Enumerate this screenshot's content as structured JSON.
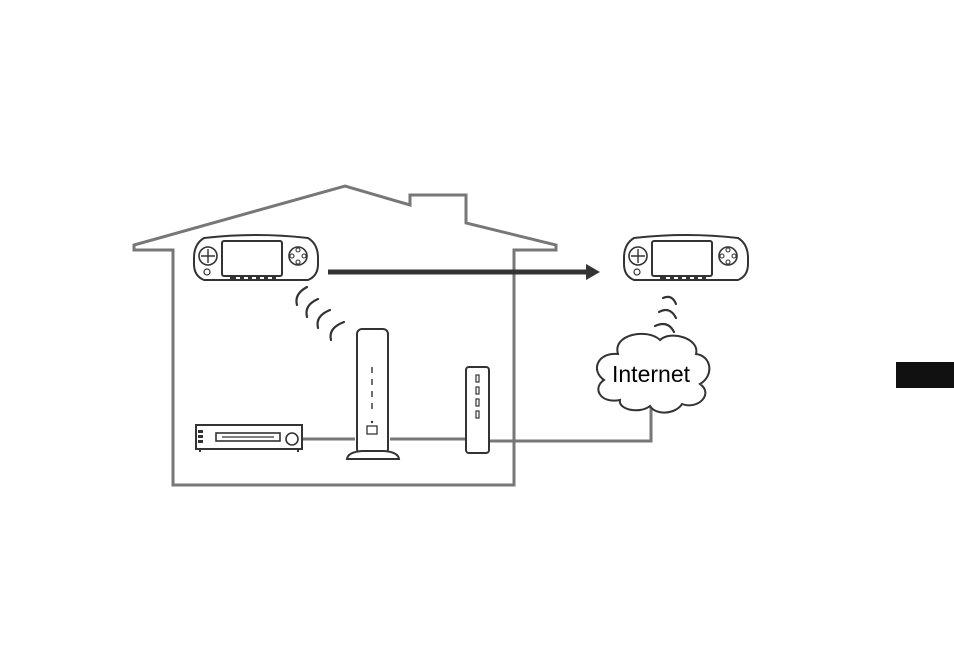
{
  "diagram": {
    "cloud_label": "Internet",
    "colors": {
      "line": "#777777",
      "device_outline": "#333333",
      "arrow": "#333333",
      "tab": "#111111"
    },
    "nodes": [
      {
        "id": "psp-home",
        "kind": "handheld-console"
      },
      {
        "id": "psp-remote",
        "kind": "handheld-console"
      },
      {
        "id": "router",
        "kind": "wireless-access-point"
      },
      {
        "id": "modem",
        "kind": "modem"
      },
      {
        "id": "recorder",
        "kind": "video-recorder"
      },
      {
        "id": "internet",
        "kind": "cloud",
        "label_ref": "cloud_label"
      }
    ],
    "edges": [
      {
        "from": "recorder",
        "to": "router",
        "kind": "wired"
      },
      {
        "from": "router",
        "to": "modem",
        "kind": "wired"
      },
      {
        "from": "modem",
        "to": "internet",
        "kind": "wired"
      },
      {
        "from": "router",
        "to": "psp-home",
        "kind": "wireless"
      },
      {
        "from": "internet",
        "to": "psp-remote",
        "kind": "wireless"
      },
      {
        "from": "psp-home",
        "to": "psp-remote",
        "kind": "arrow"
      }
    ]
  }
}
